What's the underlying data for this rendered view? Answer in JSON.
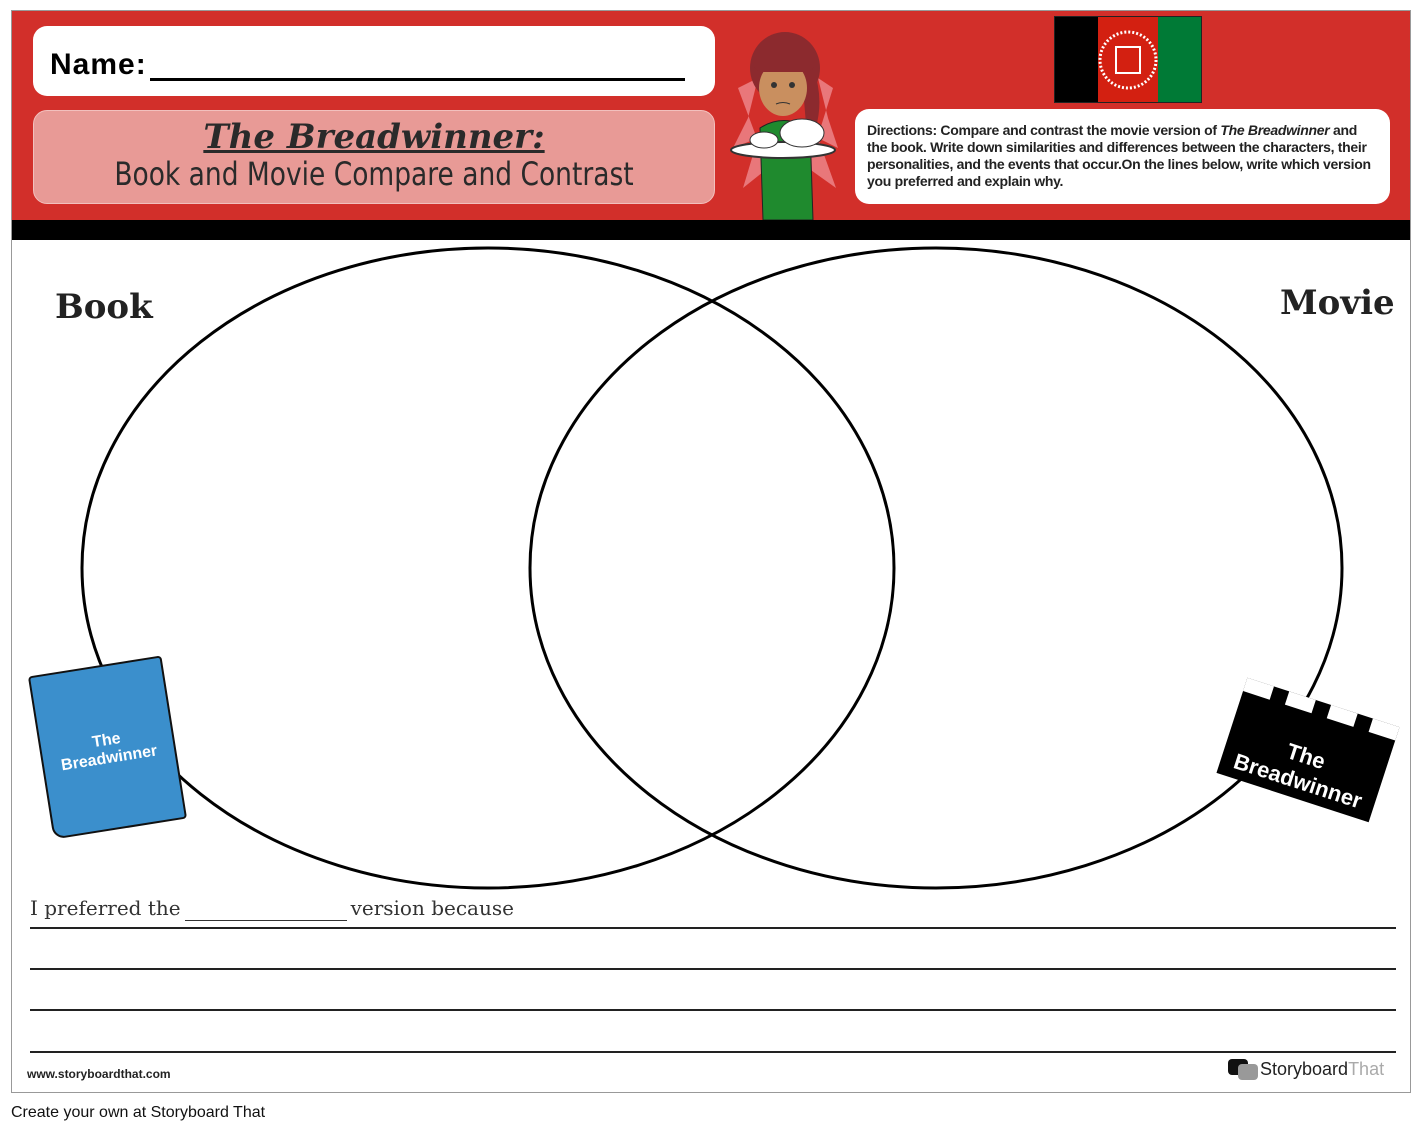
{
  "header": {
    "name_label": "Name:",
    "title_line1": "The Breadwinner:",
    "title_line2": "Book and Movie Compare and Contrast",
    "directions_prefix": "Directions: Compare and contrast the movie version of ",
    "directions_title": "The Breadwinner",
    "directions_rest": " and the book. Write down similarities and differences between the characters, their personalities, and the events that occur.On the lines below, write which version you preferred and explain why.",
    "flag_colors": [
      "#000000",
      "#d32011",
      "#007a36"
    ]
  },
  "venn": {
    "left_label": "Book",
    "right_label": "Movie"
  },
  "book": {
    "cover_line1": "The",
    "cover_line2": "Breadwinner",
    "color": "#3b8fcc"
  },
  "clapper": {
    "line1": "The",
    "line2": "Breadwinner"
  },
  "response": {
    "prefix": "I preferred the",
    "suffix": "version because"
  },
  "footer": {
    "url": "www.storyboardthat.com",
    "brand_bold": "Storyboard",
    "brand_light": "That",
    "caption": "Create your own at Storyboard That"
  }
}
